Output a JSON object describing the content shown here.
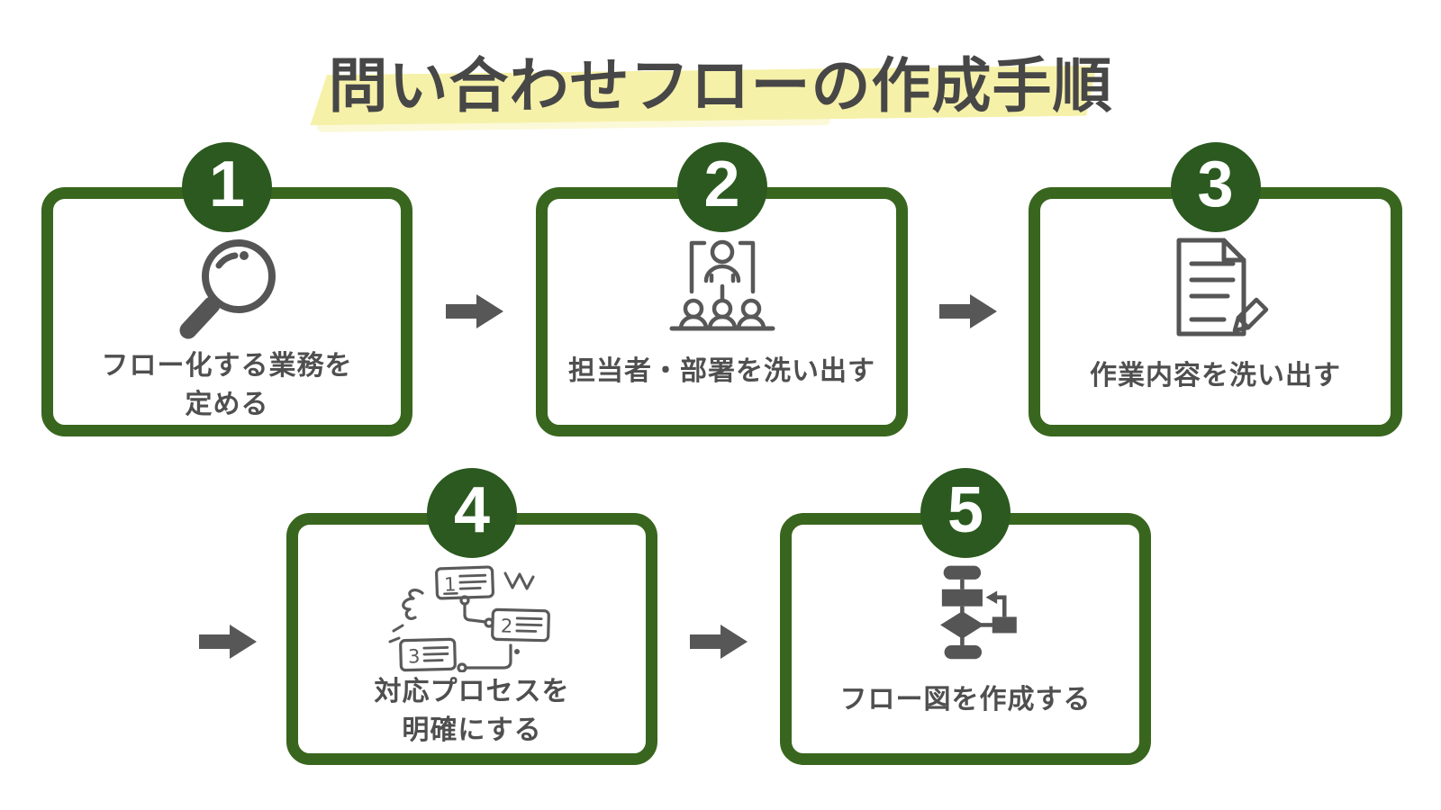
{
  "title": {
    "text": "問い合わせフローの作成手順",
    "highlight_color": "#f6f1a9"
  },
  "colors": {
    "box_border_green": "#39661e",
    "badge_green": "#2b591f",
    "arrow_gray": "#575757",
    "title_text": "#474747",
    "label_text": "#4f4f4f",
    "icon_stroke": "#555555"
  },
  "steps": [
    {
      "number": "1",
      "icon": "magnifier-icon",
      "label_lines": [
        "フロー化する業務を",
        "定める"
      ]
    },
    {
      "number": "2",
      "icon": "org-chart-icon",
      "label_lines": [
        "担当者・部署を洗い出す"
      ]
    },
    {
      "number": "3",
      "icon": "document-pencil-icon",
      "label_lines": [
        "作業内容を洗い出す"
      ]
    },
    {
      "number": "4",
      "icon": "numbered-steps-sketch-icon",
      "label_lines": [
        "対応プロセスを",
        "明確にする"
      ]
    },
    {
      "number": "5",
      "icon": "flowchart-icon",
      "label_lines": [
        "フロー図を作成する"
      ]
    }
  ],
  "icons": {
    "process_sketch_digits": [
      "1",
      "2",
      "3"
    ]
  }
}
